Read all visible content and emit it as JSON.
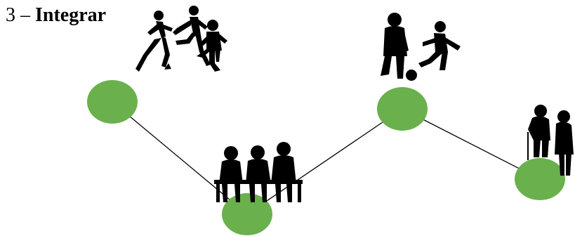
{
  "heading": {
    "number": "3",
    "separator": "–",
    "title": "Integrar"
  },
  "diagram": {
    "node_color": "#6ab04c",
    "link_color": "#000000",
    "silhouette_color": "#000000",
    "nodes": [
      {
        "id": "children-running",
        "icon": "children-running-icon"
      },
      {
        "id": "adults-on-bench",
        "icon": "adults-on-bench-icon"
      },
      {
        "id": "adult-and-child-playing-football",
        "icon": "football-players-icon"
      },
      {
        "id": "elderly-couple",
        "icon": "elderly-couple-icon"
      }
    ],
    "links": [
      {
        "from": "children-running",
        "to": "adults-on-bench"
      },
      {
        "from": "adults-on-bench",
        "to": "adult-and-child-playing-football"
      },
      {
        "from": "adult-and-child-playing-football",
        "to": "elderly-couple"
      }
    ]
  }
}
